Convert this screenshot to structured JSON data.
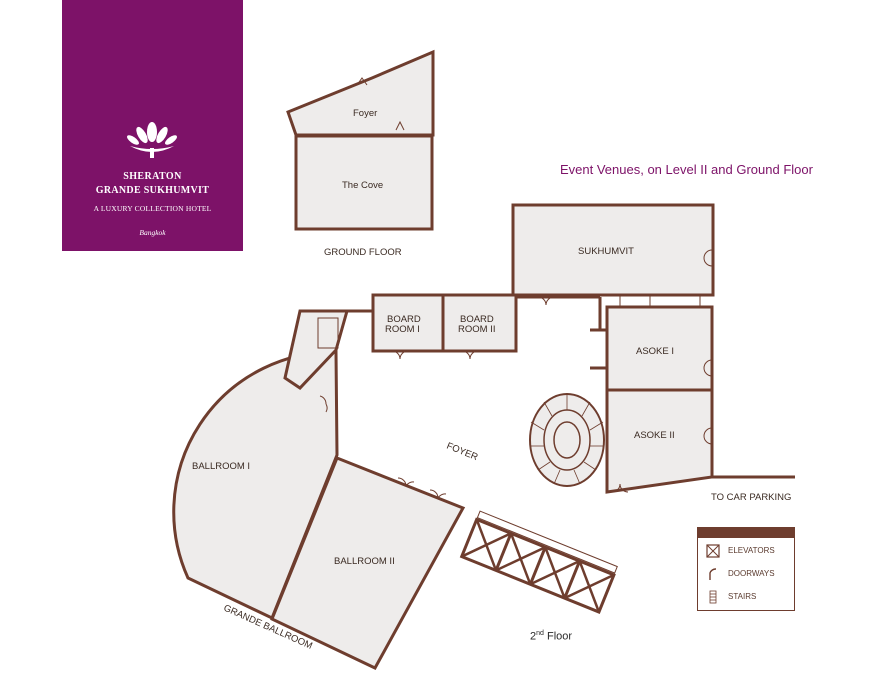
{
  "brand": {
    "line1": "SHERATON",
    "line2": "GRANDE SUKHUMVIT",
    "line3": "A LUXURY COLLECTION HOTEL",
    "line4": "Bangkok",
    "color": "#7d1268"
  },
  "heading": "Event Venues, on Level II and Ground Floor",
  "rooms": {
    "foyer_ground": "Foyer",
    "the_cove": "The Cove",
    "ground_floor": "GROUND FLOOR",
    "sukhumvit": "SUKHUMVIT",
    "board_room_1_a": "BOARD",
    "board_room_1_b": "ROOM I",
    "board_room_2_a": "BOARD",
    "board_room_2_b": "ROOM II",
    "asoke_1": "ASOKE I",
    "asoke_2": "ASOKE II",
    "foyer": "FOYER",
    "ballroom_1": "BALLROOM I",
    "ballroom_2": "BALLROOM II",
    "grande_ballroom": "GRANDE BALLROOM",
    "car_parking": "TO CAR PARKING"
  },
  "floor2": {
    "base": "2",
    "sup": "nd",
    "rest": " Floor"
  },
  "legend": {
    "elevators": "ELEVATORS",
    "doorways": "DOORWAYS",
    "stairs": "STAIRS"
  },
  "colors": {
    "wall": "#6e3d2e",
    "room_fill": "#eeeceb",
    "brand": "#7d1268"
  }
}
